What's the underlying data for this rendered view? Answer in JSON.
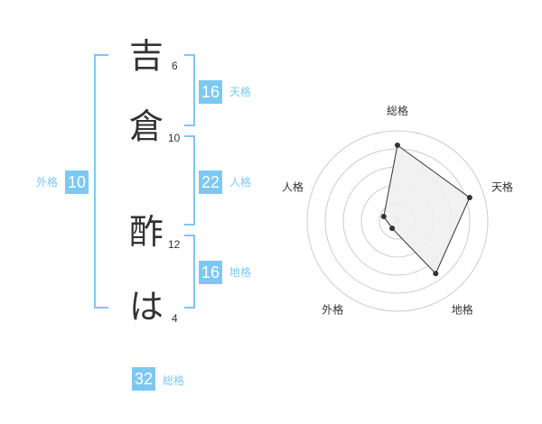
{
  "name": {
    "chars": [
      {
        "char": "吉",
        "strokes": "6"
      },
      {
        "char": "倉",
        "strokes": "10"
      },
      {
        "char": "酢",
        "strokes": "12"
      },
      {
        "char": "は",
        "strokes": "4"
      }
    ]
  },
  "kaku": {
    "tenkaku": {
      "value": "16",
      "label": "天格"
    },
    "jinkaku": {
      "value": "22",
      "label": "人格"
    },
    "chikaku": {
      "value": "16",
      "label": "地格"
    },
    "gaikaku": {
      "value": "10",
      "label": "外格"
    },
    "soukaku": {
      "value": "32",
      "label": "総格"
    }
  },
  "chart_data": {
    "type": "radar",
    "axes": [
      "総格",
      "天格",
      "地格",
      "外格",
      "人格"
    ],
    "values": [
      4.2,
      4.2,
      3.6,
      0.5,
      0.8
    ],
    "max": 5,
    "rings": 5,
    "colors": {
      "fill": "#f0f0f0",
      "line": "#333333",
      "grid": "#cccccc",
      "center": "#cccccc"
    }
  },
  "colors": {
    "accent": "#7cc8f2",
    "text": "#333333"
  }
}
